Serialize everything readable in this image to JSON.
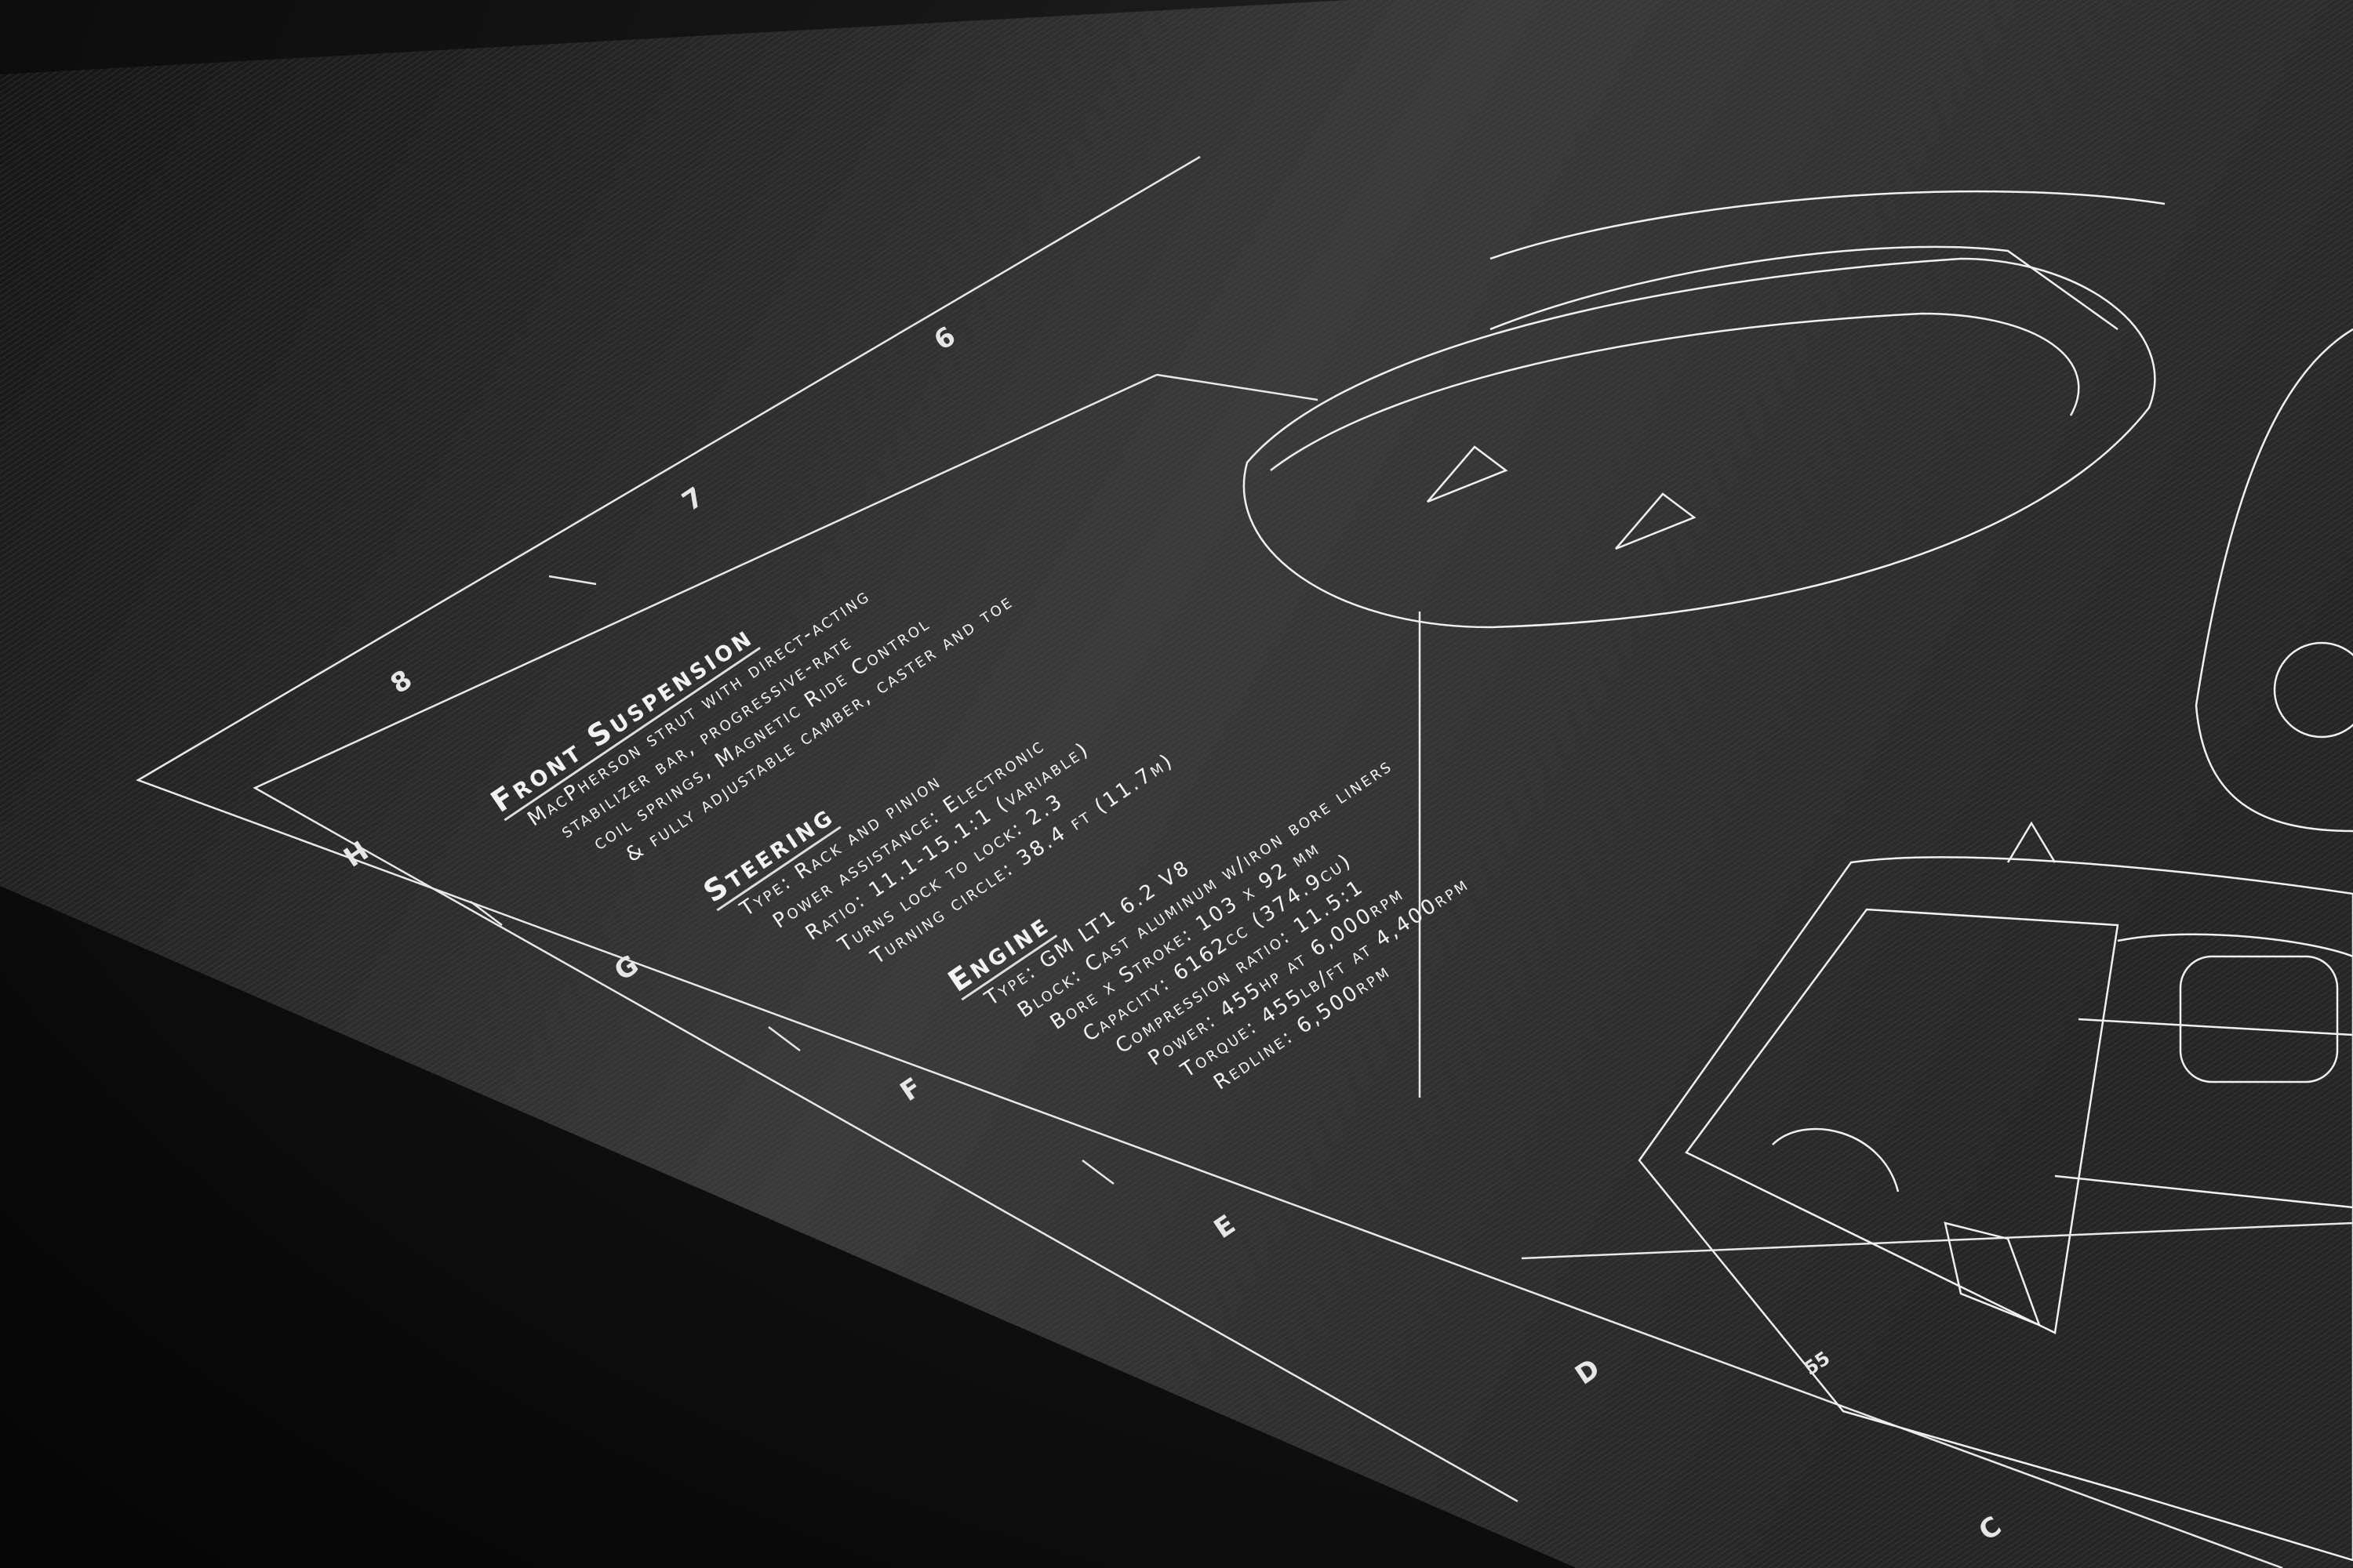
{
  "poster": {
    "sections": [
      {
        "heading": "Front Suspension",
        "lines": [
          "MacPherson strut with direct-acting",
          "stabilizer bar, progressive-rate",
          "coil springs, Magnetic Ride Control",
          "& fully adjustable camber, caster and toe"
        ]
      },
      {
        "heading": "Steering",
        "lines": [
          "Type: Rack and pinion",
          "Power assistance: Electronic",
          "Ratio: 11.1-15.1:1 (variable)",
          "Turns lock to lock: 2.3",
          "Turning circle: 38.4 ft (11.7m)"
        ]
      },
      {
        "heading": "Engine",
        "lines": [
          "Type: GM LT1 6.2 V8",
          "Block: Cast aluminum w/iron bore liners",
          "Bore x Stroke: 103 x 92 mm",
          "Capacity: 6162cc (374.9cu)",
          "Compression ratio: 11.5:1",
          "Power: 455hp at 6,000rpm",
          "Torque: 455lb/ft at 4,400rpm",
          "Redline: 6,500rpm"
        ]
      }
    ],
    "grid_letters": [
      "H",
      "G",
      "F",
      "E",
      "D",
      "C"
    ],
    "grid_numbers": [
      "8",
      "7",
      "6"
    ],
    "dimension_label": "55"
  },
  "colors": {
    "line": "#e8e8e8",
    "plate": "#2b2b2b",
    "background": "#0a0a0a"
  }
}
